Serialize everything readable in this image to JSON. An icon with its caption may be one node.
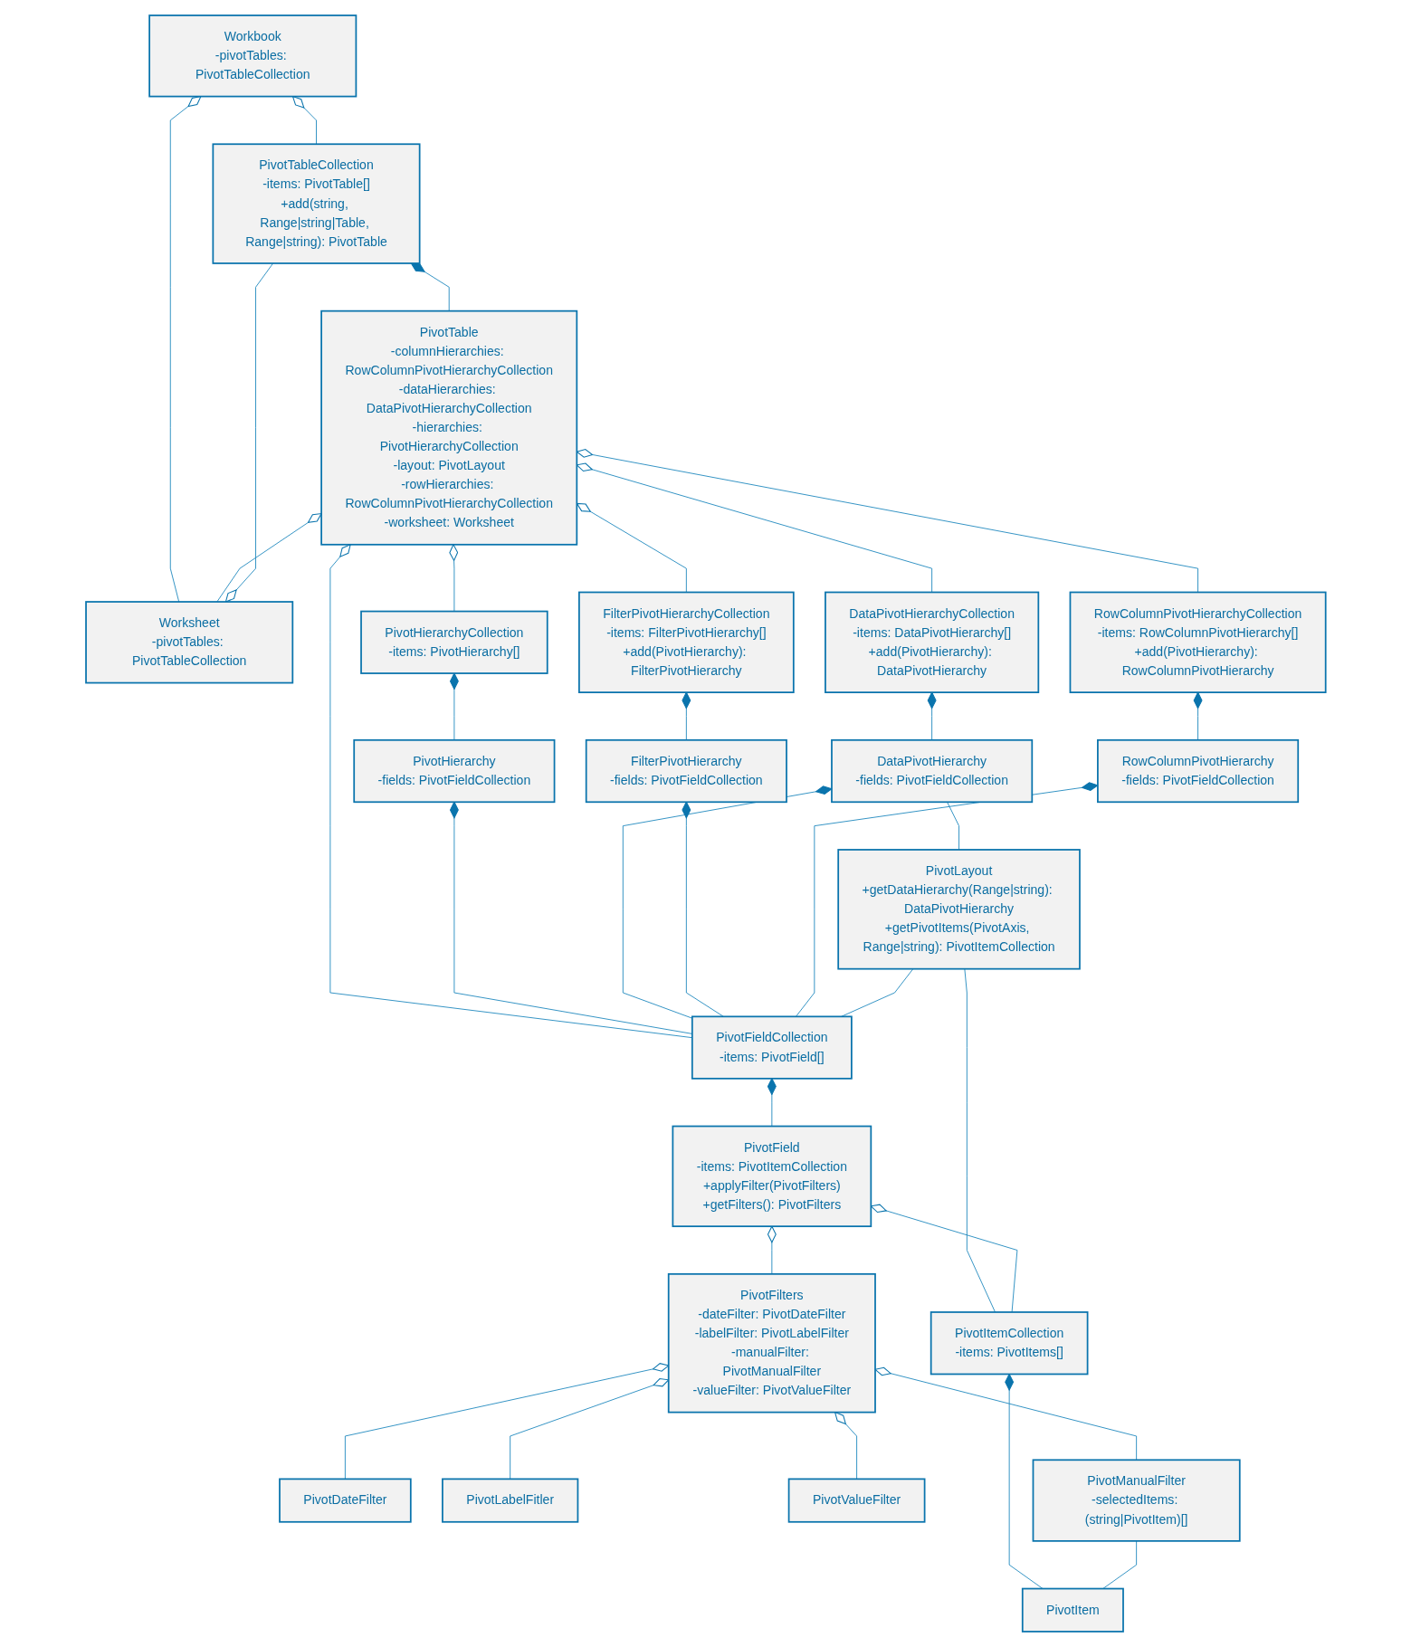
{
  "diagram": {
    "nodes": [
      {
        "text": [
          "Worksheet",
          "-pivotTables: PivotTableCollection"
        ]
      },
      {
        "text": [
          "Workbook",
          "-pivotTables: PivotTableCollection"
        ]
      },
      {
        "text": [
          "PivotTableCollection",
          "-items: PivotTable[]",
          "+add(string, Range|string|Table, Range|string): PivotTable"
        ]
      },
      {
        "text": [
          "PivotTable",
          "-columnHierarchies: RowColumnPivotHierarchyCollection",
          "-dataHierarchies: DataPivotHierarchyCollection",
          "-hierarchies: PivotHierarchyCollection",
          "-layout: PivotLayout",
          "-rowHierarchies: RowColumnPivotHierarchyCollection",
          "-worksheet: Worksheet"
        ]
      },
      {
        "text": [
          "DataPivotHierarchyCollection",
          "-items: DataPivotHierarchy[]",
          "+add(PivotHierarchy): DataPivotHierarchy"
        ]
      },
      {
        "text": [
          "DataPivotHierarchy",
          "-fields: PivotFieldCollection"
        ]
      },
      {
        "text": [
          "FilterPivotHierarchyCollection",
          "-items: FilterPivotHierarchy[]",
          "+add(PivotHierarchy): FilterPivotHierarchy"
        ]
      },
      {
        "text": [
          "FilterPivotHierarchy",
          "-fields: PivotFieldCollection"
        ]
      },
      {
        "text": [
          "RowColumnPivotHierarchyCollection",
          "-items: RowColumnPivotHierarchy[]",
          "+add(PivotHierarchy): RowColumnPivotHierarchy"
        ]
      },
      {
        "text": [
          "RowColumnPivotHierarchy",
          "-fields: PivotFieldCollection"
        ]
      },
      {
        "text": [
          "PivotHierarchyCollection",
          "-items: PivotHierarchy[]"
        ]
      },
      {
        "text": [
          "PivotHierarchy",
          "-fields: PivotFieldCollection"
        ]
      },
      {
        "text": [
          "PivotFieldCollection",
          "-items: PivotField[]"
        ]
      },
      {
        "text": [
          "PivotLayout",
          "+getDataHierarchy(Range|string): DataPivotHierarchy",
          "+getPivotItems(PivotAxis, Range|string): PivotItemCollection"
        ]
      },
      {
        "text": [
          "PivotField",
          "-items: PivotItemCollection",
          "+applyFilter(PivotFilters)",
          "+getFilters(): PivotFilters"
        ]
      },
      {
        "text": [
          "PivotFilters",
          "-dateFilter: PivotDateFilter",
          "-labelFilter: PivotLabelFilter",
          "-manualFilter: PivotManualFilter",
          "-valueFilter: PivotValueFilter"
        ]
      },
      {
        "text": [
          "PivotDateFilter"
        ]
      },
      {
        "text": [
          "PivotLabelFitler"
        ]
      },
      {
        "text": [
          "PivotValueFilter"
        ]
      },
      {
        "text": [
          "PivotManualFilter",
          "-selectedItems: (string|PivotItem)[]"
        ]
      },
      {
        "text": [
          "PivotItemCollection",
          "-items: PivotItems[]"
        ]
      },
      {
        "text": [
          "PivotItem"
        ]
      }
    ],
    "edges": [
      {
        "from": 0,
        "to": 1,
        "arrow": "other"
      },
      {
        "from": 0,
        "to": 3,
        "arrow": "other"
      },
      {
        "from": 2,
        "to": 0,
        "arrow": "other"
      },
      {
        "from": 2,
        "to": 1,
        "arrow": "other"
      },
      {
        "from": 3,
        "to": 2,
        "arrow": "other"
      },
      {
        "from": 4,
        "to": 3,
        "arrow": "other"
      },
      {
        "from": 6,
        "to": 3,
        "arrow": "other"
      },
      {
        "from": 8,
        "to": 3,
        "arrow": "other"
      },
      {
        "from": 5,
        "to": 4,
        "arrow": "other"
      },
      {
        "from": 7,
        "to": 6,
        "arrow": "other"
      },
      {
        "from": 9,
        "to": 8,
        "arrow": "other"
      },
      {
        "from": 10,
        "to": 3,
        "arrow": "other"
      },
      {
        "from": 12,
        "to": 3,
        "arrow": "other"
      },
      {
        "from": 11,
        "to": 10,
        "arrow": "other"
      },
      {
        "from": 12,
        "to": 11,
        "arrow": "other"
      },
      {
        "from": 12,
        "to": 5,
        "arrow": "other"
      },
      {
        "from": 12,
        "to": 7,
        "arrow": "other"
      },
      {
        "from": 12,
        "to": 9,
        "arrow": "other"
      },
      {
        "from": 12,
        "to": 13,
        "arrow": "none"
      },
      {
        "from": 13,
        "to": 5,
        "arrow": "none"
      },
      {
        "from": 20,
        "to": 13,
        "arrow": "none"
      },
      {
        "from": 14,
        "to": 12,
        "arrow": "other"
      },
      {
        "from": 15,
        "to": 14,
        "arrow": "other"
      },
      {
        "from": 20,
        "to": 14,
        "arrow": "other"
      },
      {
        "from": 16,
        "to": 15,
        "arrow": "other"
      },
      {
        "from": 17,
        "to": 15,
        "arrow": "other"
      },
      {
        "from": 18,
        "to": 15,
        "arrow": "other"
      },
      {
        "from": 19,
        "to": 15,
        "arrow": "other"
      },
      {
        "from": 21,
        "to": 20,
        "arrow": "other"
      },
      {
        "from": 21,
        "to": 19,
        "arrow": "none"
      }
    ]
  }
}
